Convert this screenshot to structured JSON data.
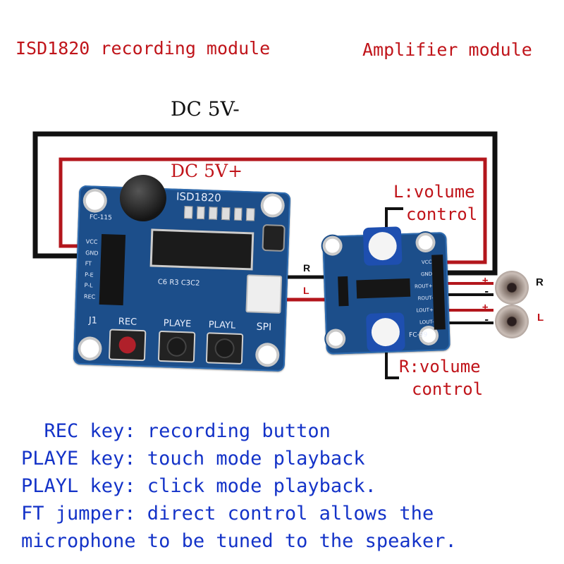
{
  "headings": {
    "left_module": "ISD1820 recording module",
    "right_module": "Amplifier module"
  },
  "power": {
    "negative": "DC 5V-",
    "positive": "DC 5V+"
  },
  "volume": {
    "left": [
      "L:volume",
      "control"
    ],
    "right": [
      "R:volume",
      "control"
    ]
  },
  "wires": {
    "r_label": "R",
    "l_label": "L"
  },
  "speakers": {
    "right": "R",
    "left": "L",
    "plus": "+",
    "minus": "-"
  },
  "isd_board": {
    "chip_label": "ISD1820",
    "model": "FC-115",
    "pins": [
      "VCC",
      "GND",
      "FT",
      "P-E",
      "P-L",
      "REC"
    ],
    "header": "J1",
    "port": "SPI",
    "buttons": [
      "REC",
      "PLAYE",
      "PLAYL"
    ],
    "components": "C6 R3 C3C2"
  },
  "amp_board": {
    "model": "FC-99",
    "pins": [
      "VCC",
      "GND",
      "ROUT+",
      "ROUT-",
      "LOUT+",
      "LOUT-"
    ]
  },
  "notes": [
    "  REC key: recording button",
    "PLAYE key: touch mode playback",
    "PLAYL key: click mode playback.",
    "FT jumper: direct control allows the",
    "microphone to be tuned to the speaker."
  ],
  "colors": {
    "title_red": "#c0141a",
    "note_blue": "#1433c8",
    "pcb_blue": "#1c4e8a",
    "wire_red": "#b3161c",
    "wire_black": "#111111"
  }
}
